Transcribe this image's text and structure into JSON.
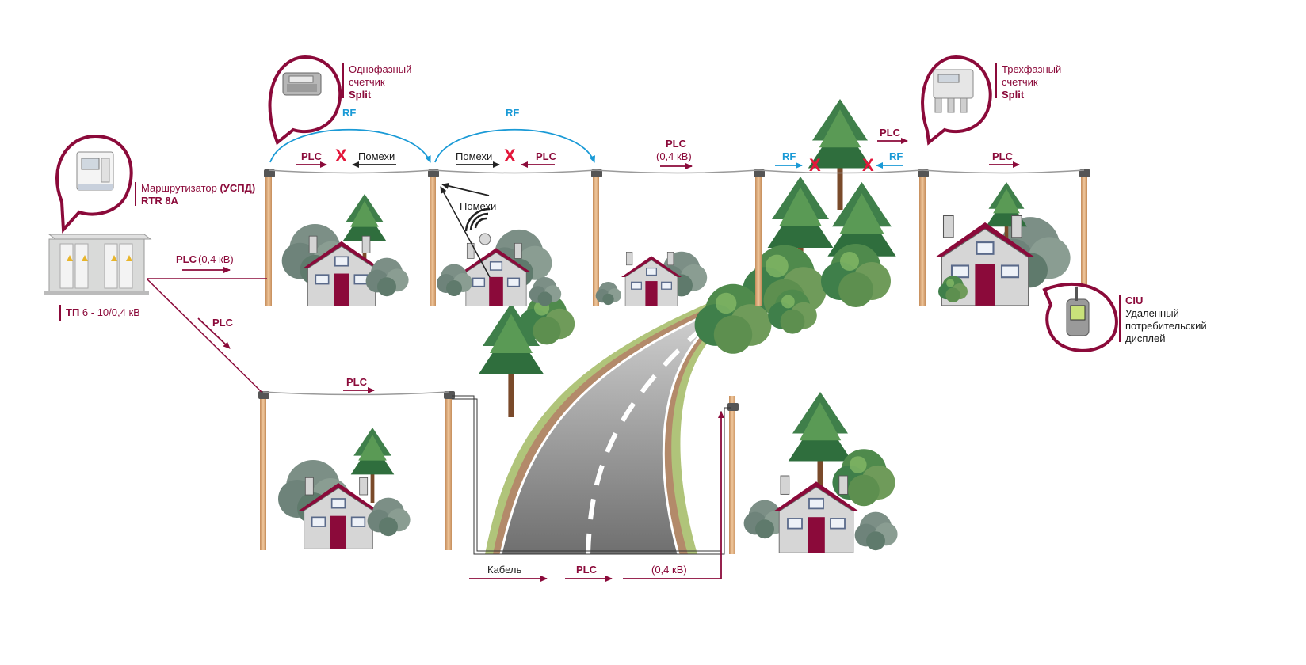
{
  "colors": {
    "accent": "#8b0a3a",
    "rf": "#1a9ad6",
    "cross": "#e3163a",
    "pole": "#d9a778",
    "road": "#8a8a8a",
    "roof": "#8b0a3a",
    "wall": "#d4d4d4",
    "tree_dark": "#3f7f4a",
    "tree_light": "#7fb25a"
  },
  "labels": {
    "single_phase_meter": {
      "line1": "Однофазный",
      "line2": "счетчик",
      "line3": "Split"
    },
    "three_phase_meter": {
      "line1": "Трехфазный",
      "line2": "счетчик",
      "line3": "Split"
    },
    "router": {
      "line1": "Маршрутизатор ",
      "line1_bold": "(УСПД)",
      "line2": "RTR 8A"
    },
    "substation": {
      "prefix": "ТП",
      "text": " 6 - 10/0,4 кВ"
    },
    "ciu": {
      "line1": "CIU",
      "line2": "Удаленный",
      "line3": "потребительский",
      "line4": "дисплей"
    },
    "rf": "RF",
    "plc": "PLC",
    "voltage": "(0,4 кВ)",
    "noise": "Помехи",
    "cross": "X",
    "cable": "Кабель"
  },
  "icons": [
    "single-phase-meter-icon",
    "three-phase-meter-icon",
    "router-device-icon",
    "display-device-icon",
    "antenna-icon",
    "house-icon",
    "tree-icon",
    "power-pole-icon",
    "substation-icon",
    "road-icon"
  ]
}
